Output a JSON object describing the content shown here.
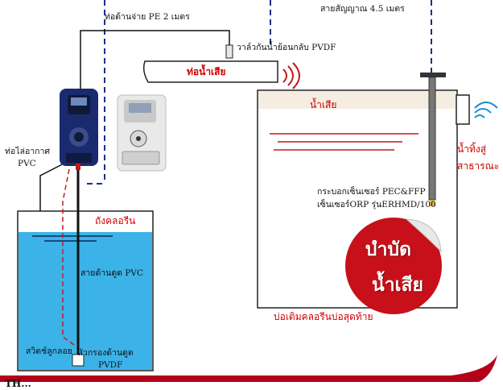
{
  "labels": {
    "pe_supply_pipe": "ท่อด้านจ่าย PE 2 เมตร",
    "signal_cable": "สายสัญญาณ 4.5 เมตร",
    "pvdf_check_valve": "วาล์วกันน้ำย้อนกลับ PVDF",
    "wastewater_pipe": "ท่อน้ำเสีย",
    "wastewater": "น้ำเสีย",
    "public_discharge_line1": "น้ำทิ้งสู่",
    "public_discharge_line2": "สาธารณะ",
    "pvc_vent_pipe_line1": "ท่อไล่อากาศ",
    "pvc_vent_pipe_line2": "PVC",
    "chlorine_tank": "ถังคลอรีน",
    "pvc_suction_line": "สายด้านดูด PVC",
    "float_switch": "สวิตช์ลูกลอย",
    "pvdf_suction_filter_line1": "หัวกรองด้านดูด",
    "pvdf_suction_filter_line2": "PVDF",
    "pec_ffp_sensor_holder": "กระบอกเซ็นเซอร์ PEC&FFP",
    "orp_sensor_model": "เซ็นเซอร์ORP รุ่นERHMD/100",
    "final_chlorination_pond": "บ่อเติมคลอรีนบ่อสุดท้าย"
  },
  "badge": {
    "line1": "บำบัด",
    "line2": "น้ำเสีย"
  },
  "footer": {
    "logo_fragment": "TH..."
  },
  "colors": {
    "water": "#3bb3e8",
    "accent_red": "#cc0000",
    "pump_blue": "#1a2a6e",
    "dashed_blue": "#1c2f8a",
    "footer_red": "#b3001b"
  }
}
